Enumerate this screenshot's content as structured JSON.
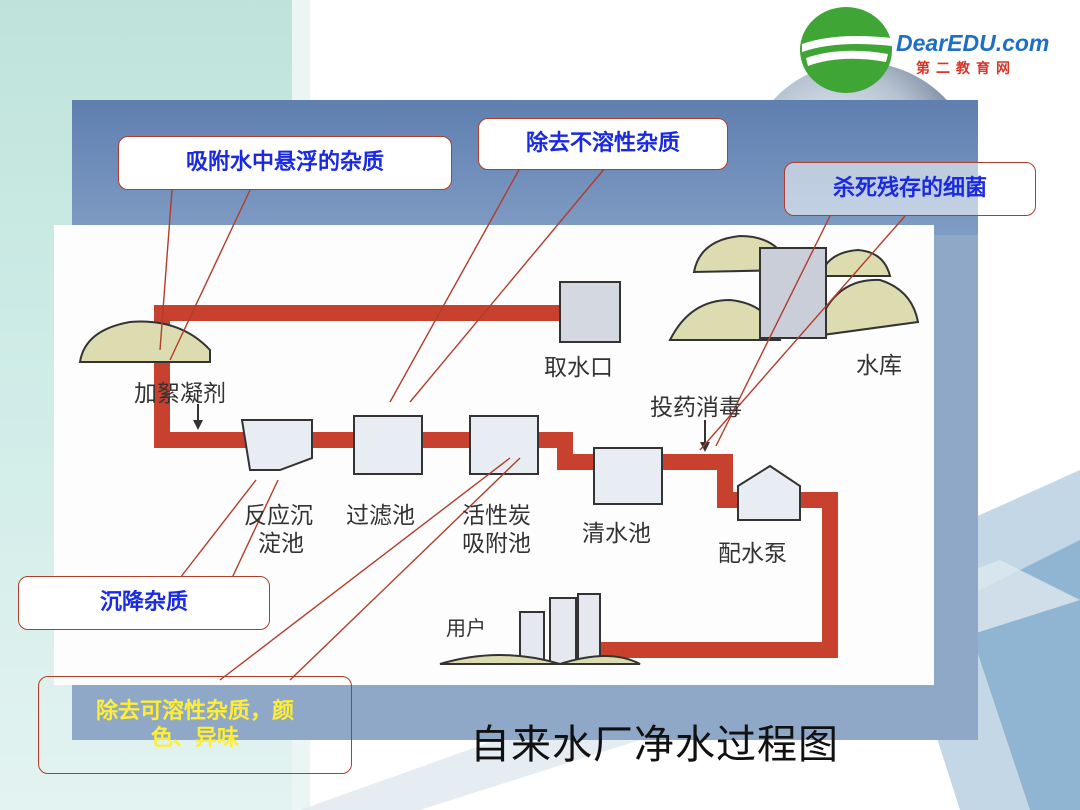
{
  "title": "自来水厂净水过程图",
  "logo": {
    "wordmark": "DearEDU.com",
    "sub": "第二教育网"
  },
  "callouts": {
    "adsorb_suspended": "吸附水中悬浮的杂质",
    "remove_insoluble": "除去不溶性杂质",
    "kill_bacteria": "杀死残存的细菌",
    "settle": "沉降杂质",
    "remove_soluble_line1": "除去可溶性杂质，颜",
    "remove_soluble_line2": "色、异味"
  },
  "labels": {
    "intake": "取水口",
    "reservoir": "水库",
    "flocculant": "加絮凝剂",
    "dosing": "投药消毒",
    "sediment_l1": "反应沉",
    "sediment_l2": "淀池",
    "filter": "过滤池",
    "carbon_l1": "活性炭",
    "carbon_l2": "吸附池",
    "clear": "清水池",
    "pump": "配水泵",
    "user": "用户"
  },
  "colors": {
    "pipe": "#c8412e",
    "callout_border": "#b23c2a",
    "callout_text": "#1a2ae0",
    "callout_yellow": "#ffee33"
  }
}
